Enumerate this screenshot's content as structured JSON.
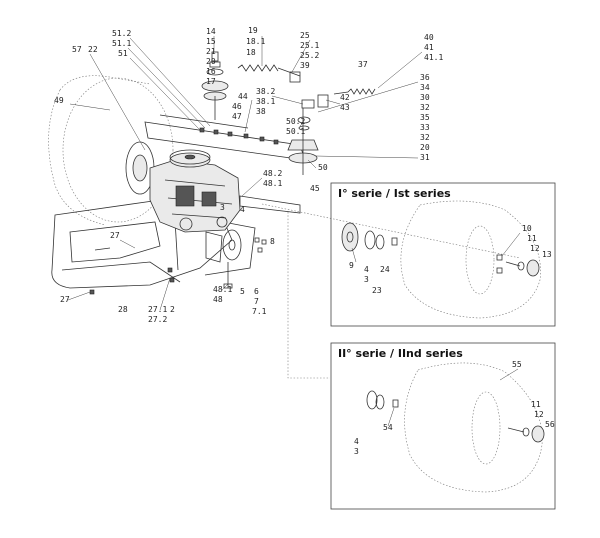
{
  "boxes": [
    {
      "title": "I° serie / Ist series"
    },
    {
      "title": "II° serie / IInd series"
    }
  ],
  "main_labels": [
    "14",
    "15",
    "21",
    "20",
    "16",
    "17",
    "19",
    "18.1",
    "18",
    "25",
    "25.1",
    "25.2",
    "39",
    "37",
    "40",
    "41",
    "41.1",
    "51.2",
    "51.1",
    "51",
    "57",
    "22",
    "49",
    "44",
    "46",
    "47",
    "38.2",
    "38.1",
    "38",
    "42",
    "43",
    "36",
    "34",
    "30",
    "32",
    "35",
    "33",
    "32",
    "20",
    "31",
    "50.2",
    "50.1",
    "50",
    "45",
    "48.2",
    "48.1",
    "3",
    "4",
    "27",
    "27.1",
    "27.2",
    "28",
    "2",
    "27",
    "48.1",
    "48",
    "5",
    "6",
    "7",
    "7.1",
    "8"
  ],
  "series1_labels": [
    "9",
    "4",
    "3",
    "23",
    "24",
    "10",
    "11",
    "12",
    "13"
  ],
  "series2_labels": [
    "55",
    "4",
    "3",
    "54",
    "11",
    "12",
    "56"
  ]
}
